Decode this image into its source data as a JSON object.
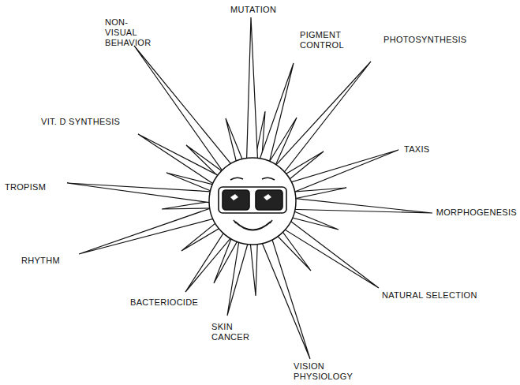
{
  "diagram": {
    "labels": [
      "MUTATION",
      "NON-VISUAL BEHAVIOR",
      "PIGMENT CONTROL",
      "PHOTOSYNTHESIS",
      "VIT. D SYNTHESIS",
      "TAXIS",
      "TROPISM",
      "MORPHOGENESIS",
      "RHYTHM",
      "NATURAL SELECTION",
      "BACTERIOCIDE",
      "SKIN CANCER",
      "VISION PHYSIOLOGY"
    ]
  }
}
